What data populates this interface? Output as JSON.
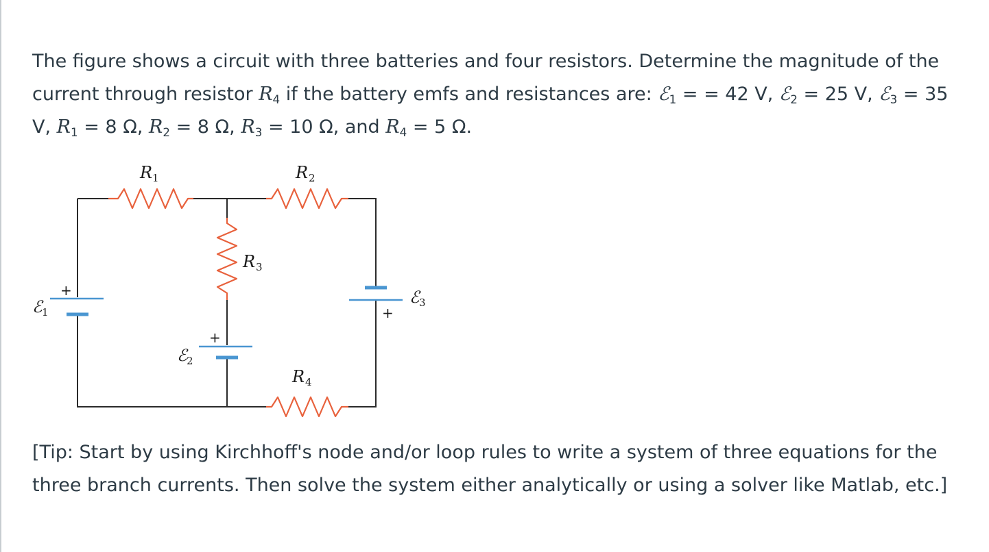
{
  "question": {
    "intro": "The figure shows a circuit with three batteries and four resistors. Determine the magnitude of the current through resistor ",
    "r4_symbol": "R",
    "r4_sub": "4",
    "mid": " if the battery emfs and resistances are: ",
    "emf_symbol": "ℰ",
    "e1_sub": "1",
    "e1_value": " = = 42 V, ",
    "e2_sub": "2",
    "e2_value": " = 25 V, ",
    "e3_sub": "3",
    "e3_value": " = 35 V, ",
    "r_symbol": "R",
    "r1_sub": "1",
    "r1_value": " = 8 Ω, ",
    "r2_sub": "2",
    "r2_value": " = 8 Ω, ",
    "r3_sub": "3",
    "r3_value": " = 10 Ω, and ",
    "r4_value_sub": "4",
    "r4_value": " = 5 Ω."
  },
  "figure": {
    "labels": {
      "R1": {
        "main": "R",
        "sub": "1"
      },
      "R2": {
        "main": "R",
        "sub": "2"
      },
      "R3": {
        "main": "R",
        "sub": "3"
      },
      "R4": {
        "main": "R",
        "sub": "4"
      },
      "E1": {
        "main": "ℰ",
        "sub": "1"
      },
      "E2": {
        "main": "ℰ",
        "sub": "2"
      },
      "E3": {
        "main": "ℰ",
        "sub": "3"
      }
    },
    "plus_sign": "+",
    "colors": {
      "wire": "#2a2a2a",
      "resistor": "#e8613c",
      "battery": "#4a96d1"
    }
  },
  "tip": {
    "text": "[Tip: Start by using Kirchhoff's node and/or loop rules to write a system of three equations for the three branch currents. Then solve the system either analytically or using a solver like Matlab, etc.]"
  }
}
